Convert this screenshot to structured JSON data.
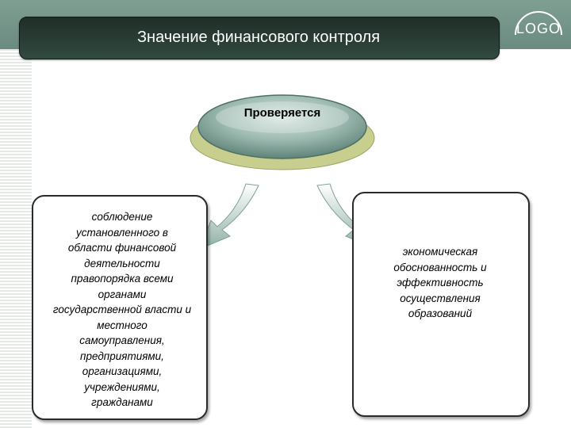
{
  "header": {
    "title": "Значение финансового контроля",
    "logo": "LOGO"
  },
  "diagram": {
    "central": "Проверяется",
    "left_box": [
      "соблюдение",
      "установленного в",
      "области финансовой",
      "деятельности",
      "правопорядка всеми",
      "органами",
      "государственной власти и",
      "местного",
      "самоуправления,",
      "предприятиями,",
      "организациями,",
      "учреждениями,",
      "гражданами"
    ],
    "right_box": [
      "экономическая",
      "обоснованность и",
      "эффективность",
      "осуществления",
      "образований"
    ]
  },
  "colors": {
    "header_band": "#6b8b80",
    "title_bar": "#26382f",
    "node_fill": "#8fb0a6",
    "node_base": "#c8cf8e",
    "arrow": "#9fbcb3"
  }
}
